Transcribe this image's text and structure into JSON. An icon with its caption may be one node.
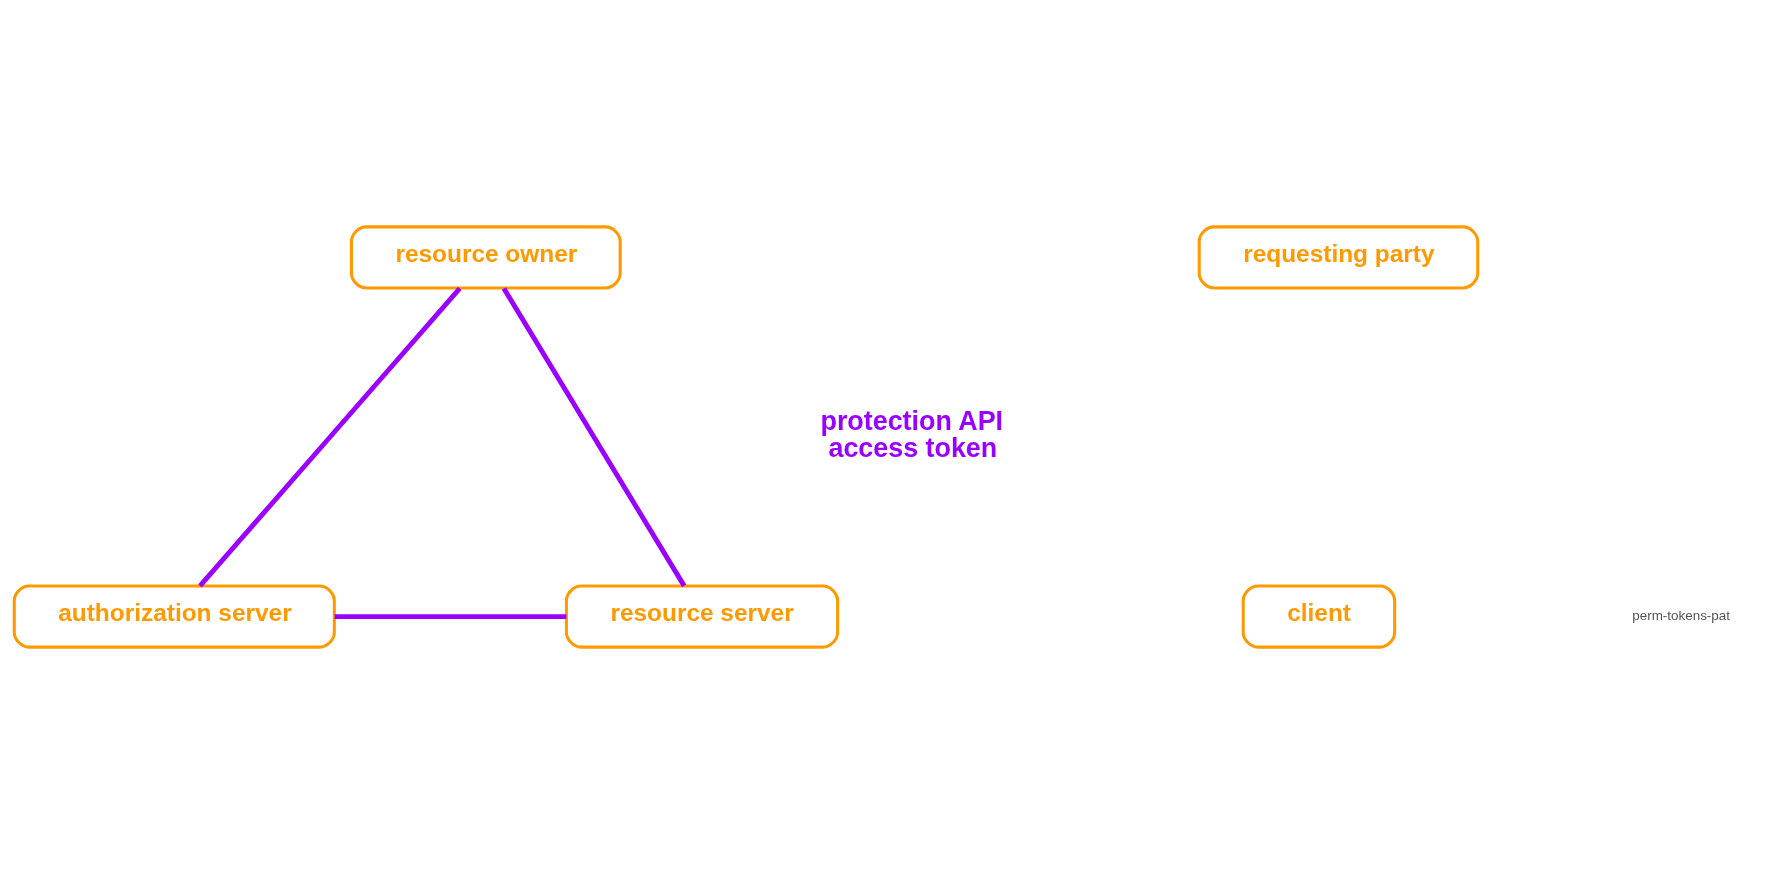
{
  "diagram": {
    "nodes": [
      {
        "text": [
          "resource owner"
        ]
      },
      {
        "text": [
          "requesting party"
        ]
      },
      {
        "text": [
          "authorization server"
        ]
      },
      {
        "text": [
          "resource server"
        ]
      },
      {
        "text": [
          "client"
        ]
      }
    ],
    "edges": [
      {
        "from": 0,
        "to": 2,
        "arrow": "none"
      },
      {
        "from": 0,
        "to": 3,
        "arrow": "none"
      },
      {
        "from": 2,
        "to": 3,
        "arrow": "none"
      }
    ],
    "labels": [
      "protection API access token",
      "perm-tokens-pat"
    ]
  }
}
